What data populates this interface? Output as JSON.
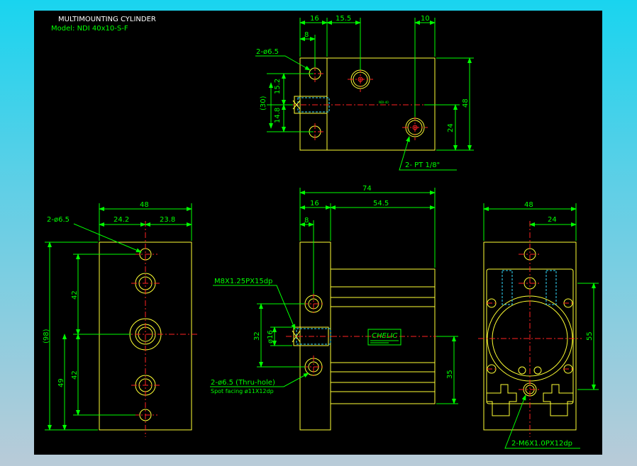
{
  "title_block": {
    "title": "MULTIMOUNTING CYLINDER",
    "model": "Model:  NDI 40x10-S-F"
  },
  "colors": {
    "background": "#000000",
    "outline": "#ffff33",
    "dimension": "#00ff00",
    "centerline": "#ff2222",
    "hidden": "#33ddff",
    "frame": "#19d4ef"
  },
  "top_view": {
    "dims": {
      "d16": "16",
      "d15_5": "15.5",
      "d10": "10",
      "d8": "8",
      "d15_2": "15.2",
      "d14_8": "14.8",
      "d30": "(30)",
      "d48": "48",
      "d24": "24"
    },
    "callouts": {
      "holes": "2-ø6.5",
      "port": "2- PT 1/8\""
    },
    "label_small": "NDI-40"
  },
  "left_view": {
    "dims": {
      "d48": "48",
      "d24_2": "24.2",
      "d23_8": "23.8",
      "d42a": "42",
      "d42b": "42",
      "d98": "(98)",
      "d49": "49"
    },
    "callouts": {
      "holes": "2-ø6.5"
    }
  },
  "front_view": {
    "dims": {
      "d74": "74",
      "d16": "16",
      "d54_5": "54.5",
      "d8": "8",
      "d32": "32",
      "d16dia": "ø16",
      "d35": "35"
    },
    "callouts": {
      "thread": "M8X1.25PX15dp",
      "holes": "2-ø6.5 (Thru-hole)",
      "spot": "Spot facing  ø11X12dp"
    },
    "logo": "CHELIC"
  },
  "right_view": {
    "dims": {
      "d48": "48",
      "d24": "24",
      "d55": "55"
    },
    "callouts": {
      "thread": "2-M6X1.0PX12dp"
    }
  }
}
